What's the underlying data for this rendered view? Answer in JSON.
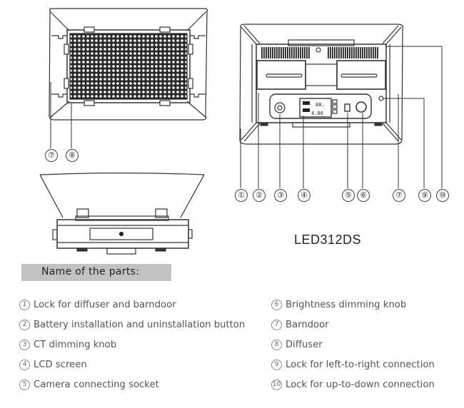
{
  "model_name": "LED312DS",
  "front_view": {
    "callouts": [
      "⑦",
      "⑧"
    ]
  },
  "rear_view": {
    "callouts": [
      "①",
      "②",
      "③",
      "④",
      "⑤",
      "⑥",
      "⑦",
      "⑨",
      "⑩"
    ]
  },
  "parts_section": {
    "header": "Name of the parts:",
    "left_items": [
      {
        "num": "1",
        "label": "Lock for diffuser and barndoor"
      },
      {
        "num": "2",
        "label": "Battery installation and uninstallation button"
      },
      {
        "num": "3",
        "label": "CT dimming knob"
      },
      {
        "num": "4",
        "label": "LCD screen"
      },
      {
        "num": "5",
        "label": "Camera connecting socket"
      }
    ],
    "right_items": [
      {
        "num": "6",
        "label": "Brightness dimming knob"
      },
      {
        "num": "7",
        "label": "Barndoor"
      },
      {
        "num": "8",
        "label": "Diffuser"
      },
      {
        "num": "9",
        "label": "Lock for left-to-right connection"
      },
      {
        "num": "10",
        "label": "Lock for up-to-down connection"
      }
    ]
  },
  "colors": {
    "line": "#333333",
    "header_bg": "#c2c2c2",
    "text": "#555555"
  }
}
